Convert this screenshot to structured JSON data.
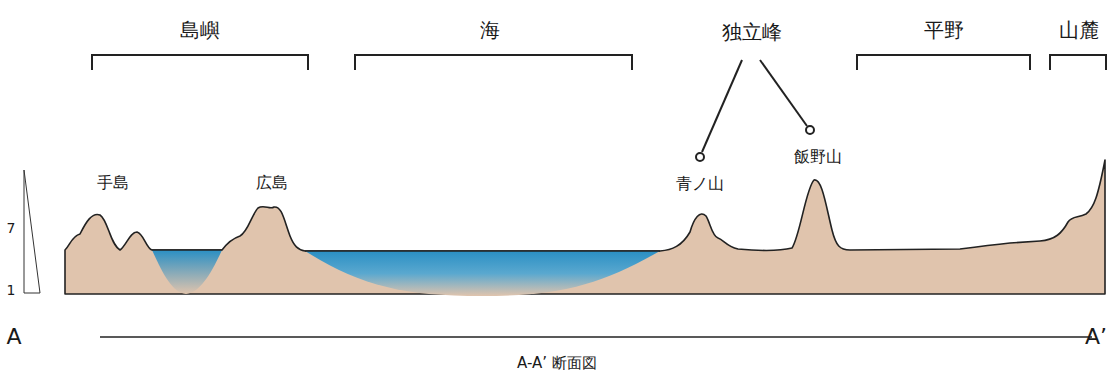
{
  "diagram": {
    "caption": "A-A’ 断面図",
    "labels": [
      "島嶼",
      "海",
      "独立峰",
      "平野",
      "山麓",
      "手島",
      "広島",
      "青ノ山",
      "飯野山",
      "7",
      "1",
      "A",
      "A’"
    ]
  }
}
